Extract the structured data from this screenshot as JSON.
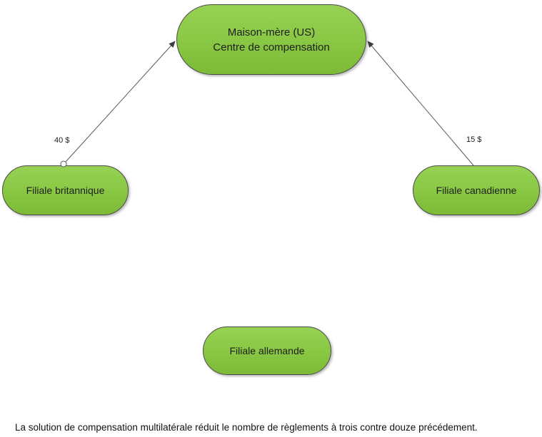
{
  "diagram": {
    "parent_node": {
      "line1": "Maison-mère (US)",
      "line2": "Centre de compensation"
    },
    "nodes": {
      "uk": {
        "label": "Filiale britannique"
      },
      "ca": {
        "label": "Filiale canadienne"
      },
      "de": {
        "label": "Filiale allemande"
      }
    },
    "edges": [
      {
        "from": "Filiale britannique",
        "to": "Maison-mère (US) Centre de compensation",
        "label": "40 $"
      },
      {
        "from": "Filiale canadienne",
        "to": "Maison-mère (US) Centre de compensation",
        "label": "15 $"
      }
    ],
    "caption": "La solution de compensation multilatérale réduit le nombre de règlements à trois contre douze précédement.",
    "colors": {
      "node_fill_top": "#96d154",
      "node_fill_bottom": "#7cba37",
      "node_border": "#4a4a4a",
      "edge_line": "#5a5a5a",
      "arrowhead": "#3c3c3c",
      "text": "#1e1e1e",
      "background": "#ffffff"
    }
  }
}
